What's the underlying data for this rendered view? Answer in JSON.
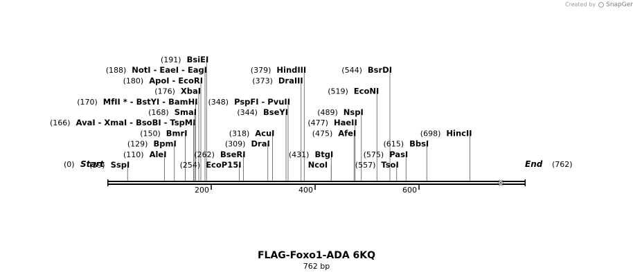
{
  "watermark": {
    "created_by": "Created by",
    "brand": "SnapGene"
  },
  "sequence": {
    "name": "FLAG-Foxo1-ADA 6KQ",
    "length_label": "762 bp",
    "length_bp": 762
  },
  "ends": {
    "start": {
      "label": "Start",
      "pos_label": "(0)",
      "position": 0
    },
    "end": {
      "label": "End",
      "pos_label": "(762)",
      "position": 762
    }
  },
  "ruler": {
    "ticks": [
      {
        "label": "200",
        "position": 200
      },
      {
        "label": "400",
        "position": 400
      },
      {
        "label": "600",
        "position": 600
      }
    ]
  },
  "sites": [
    {
      "name": "SspI",
      "pos_label": "(39)",
      "position": 39,
      "row": 0
    },
    {
      "name": "AleI",
      "pos_label": "(110)",
      "position": 110,
      "row": 1
    },
    {
      "name": "BpmI",
      "pos_label": "(129)",
      "position": 129,
      "row": 2
    },
    {
      "name": "BmrI",
      "pos_label": "(150)",
      "position": 150,
      "row": 3
    },
    {
      "name": "AvaI - XmaI - BsoBI - TspMI",
      "pos_label": "(166)",
      "position": 166,
      "row": 4
    },
    {
      "name": "SmaI",
      "pos_label": "(168)",
      "position": 168,
      "row": 5
    },
    {
      "name": "MfII * - BstYI - BamHI",
      "pos_label": "(170)",
      "position": 170,
      "row": 6
    },
    {
      "name": "XbaI",
      "pos_label": "(176)",
      "position": 176,
      "row": 7
    },
    {
      "name": "ApoI - EcoRI",
      "pos_label": "(180)",
      "position": 180,
      "row": 8
    },
    {
      "name": "NotI - EaeI - EagI",
      "pos_label": "(188)",
      "position": 188,
      "row": 9
    },
    {
      "name": "BsiEI",
      "pos_label": "(191)",
      "position": 191,
      "row": 10
    },
    {
      "name": "EcoP15I",
      "pos_label": "(254)",
      "position": 254,
      "row": 0
    },
    {
      "name": "BseRI",
      "pos_label": "(262)",
      "position": 262,
      "row": 1
    },
    {
      "name": "DraI",
      "pos_label": "(309)",
      "position": 309,
      "row": 2
    },
    {
      "name": "AcuI",
      "pos_label": "(318)",
      "position": 318,
      "row": 3
    },
    {
      "name": "BseYI",
      "pos_label": "(344)",
      "position": 344,
      "row": 5
    },
    {
      "name": "PspFI - PvuII",
      "pos_label": "(348)",
      "position": 348,
      "row": 6
    },
    {
      "name": "DraIII",
      "pos_label": "(373)",
      "position": 373,
      "row": 8
    },
    {
      "name": "HindIII",
      "pos_label": "(379)",
      "position": 379,
      "row": 9
    },
    {
      "name": "NcoI",
      "pos_label": "",
      "position": 431,
      "row": 0
    },
    {
      "name": "BtgI",
      "pos_label": "(431)",
      "position": 431,
      "row": 1
    },
    {
      "name": "AfeI",
      "pos_label": "(475)",
      "position": 475,
      "row": 3
    },
    {
      "name": "HaeII",
      "pos_label": "(477)",
      "position": 477,
      "row": 4
    },
    {
      "name": "NspI",
      "pos_label": "(489)",
      "position": 489,
      "row": 5
    },
    {
      "name": "EcoNI",
      "pos_label": "(519)",
      "position": 519,
      "row": 7
    },
    {
      "name": "BsrDI",
      "pos_label": "(544)",
      "position": 544,
      "row": 9
    },
    {
      "name": "TsoI",
      "pos_label": "(557)",
      "position": 557,
      "row": 0
    },
    {
      "name": "PasI",
      "pos_label": "(575)",
      "position": 575,
      "row": 1
    },
    {
      "name": "BbsI",
      "pos_label": "(615)",
      "position": 615,
      "row": 2
    },
    {
      "name": "HincII",
      "pos_label": "(698)",
      "position": 698,
      "row": 3
    }
  ]
}
